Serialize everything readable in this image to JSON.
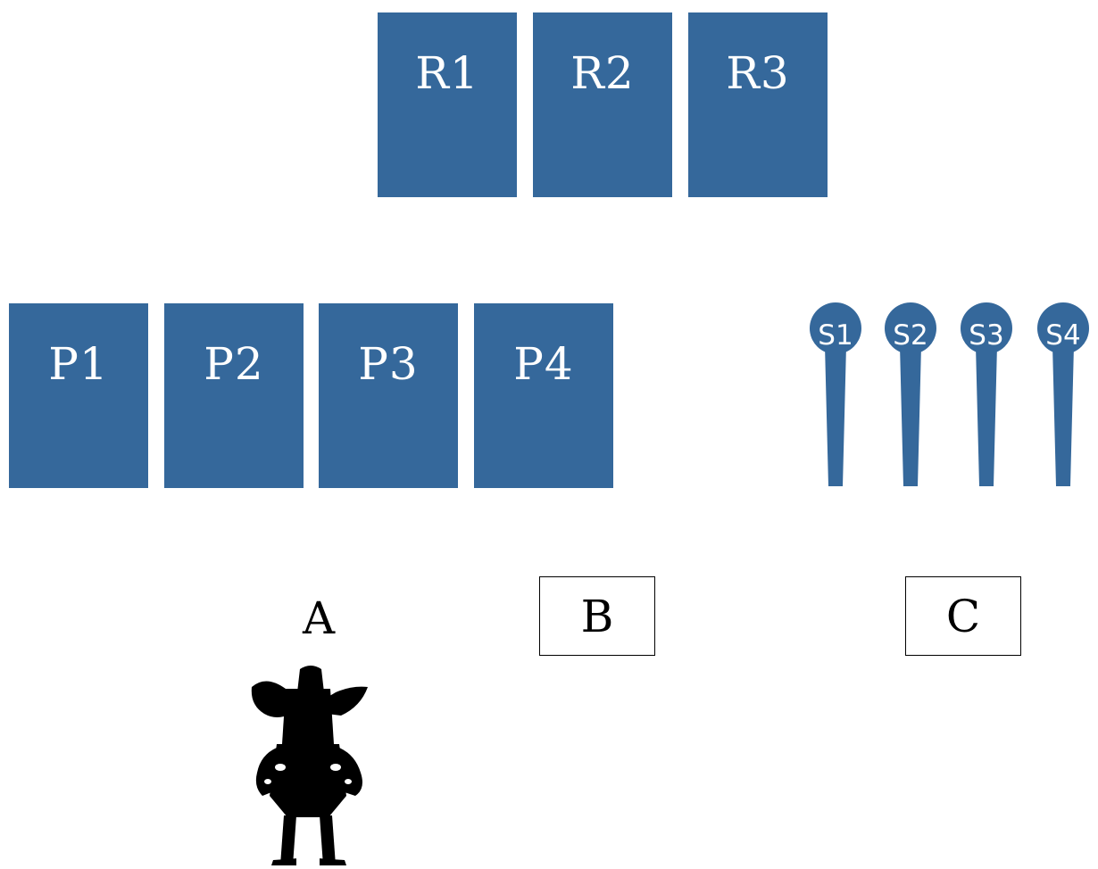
{
  "colors": {
    "card_fill": "#35689b",
    "label_border": "#000000",
    "silhouette": "#000000"
  },
  "r_row": {
    "cards": [
      {
        "label": "R1"
      },
      {
        "label": "R2"
      },
      {
        "label": "R3"
      }
    ]
  },
  "p_row": {
    "cards": [
      {
        "label": "P1"
      },
      {
        "label": "P2"
      },
      {
        "label": "P3"
      },
      {
        "label": "P4"
      }
    ]
  },
  "s_row": {
    "pegs": [
      {
        "label": "S1"
      },
      {
        "label": "S2"
      },
      {
        "label": "S3"
      },
      {
        "label": "S4"
      }
    ]
  },
  "stations": {
    "a": {
      "label": "A"
    },
    "b": {
      "label": "B"
    },
    "c": {
      "label": "C"
    }
  },
  "figure": {
    "icon": "cartoon-character-silhouette-icon"
  }
}
